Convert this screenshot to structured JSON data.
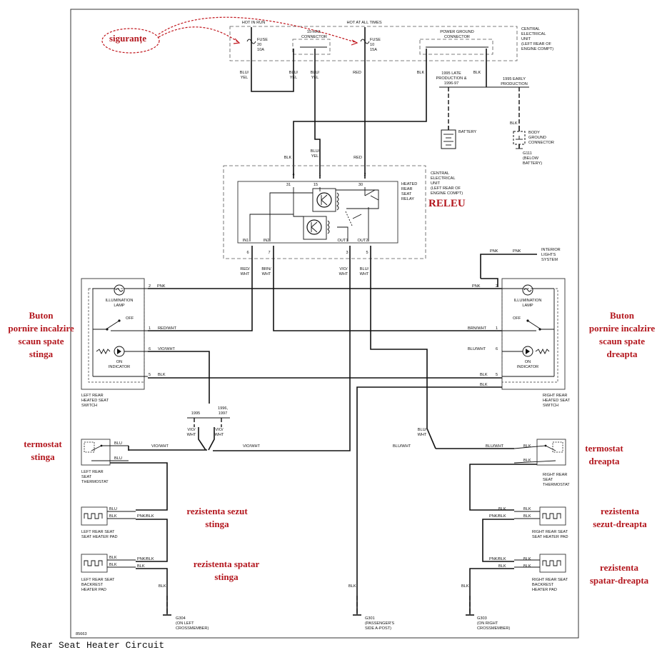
{
  "caption": "Rear Seat Heater Circuit",
  "figure_number": "85663",
  "annotations": {
    "sigurante": "siguranțe",
    "releu": "RELEU",
    "buton_stinga": [
      "Buton",
      "pornire incalzire",
      "scaun spate",
      "stinga"
    ],
    "buton_dreapta": [
      "Buton",
      "pornire incalzire",
      "scaun spate",
      "dreapta"
    ],
    "termostat_stinga": [
      "termostat",
      "stinga"
    ],
    "termostat_dreapta": [
      "termostat",
      "dreapta"
    ],
    "rezistenta_sezut_stinga": [
      "rezistenta sezut",
      "stinga"
    ],
    "rezistenta_sezut_dreapta": [
      "rezistenta",
      "sezut-dreapta"
    ],
    "rezistenta_spatar_stinga": [
      "rezistenta spatar",
      "stinga"
    ],
    "rezistenta_spatar_dreapta": [
      "rezistenta",
      "spatar-dreapta"
    ]
  },
  "top": {
    "hot_in_run": "HOT IN RUN",
    "hot_at_all_times": "HOT AT ALL TIMES",
    "fuse20": [
      "FUSE",
      "20",
      "10A"
    ],
    "fuse10": [
      "FUSE",
      "10",
      "15A"
    ],
    "connector15": [
      "15-RAIL",
      "CONNECTOR"
    ],
    "power_ground": [
      "POWER GROUND",
      "CONNECTOR"
    ],
    "ceu_top": [
      "CENTRAL",
      "ELECTRICAL",
      "UNIT",
      "(LEFT REAR OF",
      "ENGINE COMPT)"
    ],
    "wire_bluyel": [
      "BLU/",
      "YEL"
    ],
    "wire_red": "RED",
    "wire_blk": "BLK",
    "late_prod": [
      "1995 LATE",
      "PRODUCTION &",
      "1996-97"
    ],
    "early_prod": [
      "1995 EARLY",
      "PRODUCTION"
    ],
    "battery": "BATTERY",
    "body_ground": [
      "BODY",
      "GROUND",
      "CONNECTOR"
    ],
    "g111": [
      "G111",
      "(BELOW",
      "BATTERY)"
    ]
  },
  "relay": {
    "pins_top": [
      "4",
      "1",
      "2"
    ],
    "pins_top_names": [
      "31",
      "15",
      "30"
    ],
    "pins_bottom": [
      "6",
      "7",
      "3",
      "5"
    ],
    "pins_bottom_names": [
      "IN1",
      "IN2",
      "OUT1",
      "OUT2"
    ],
    "name": [
      "HEATED",
      "REAR",
      "SEAT",
      "RELAY"
    ],
    "ceu": [
      "CENTRAL",
      "ELECTRICAL",
      "UNIT",
      "(LEFT REAR OF",
      "ENGINE COMPT)"
    ],
    "wire_in_blk": "BLK",
    "wire_in_bluyel": [
      "BLU/",
      "YEL"
    ],
    "wire_in_red": "RED",
    "wires_out": [
      [
        "RED/",
        "WHT"
      ],
      [
        "BRN/",
        "WHT"
      ],
      [
        "VIO/",
        "WHT"
      ],
      [
        "BLU/",
        "WHT"
      ]
    ]
  },
  "interior_lights": [
    "INTERIOR",
    "LIGHTS",
    "SYSTEM"
  ],
  "pnk": "PNK",
  "left_switch": {
    "illum": [
      "ILLUMINATION",
      "LAMP"
    ],
    "off": "OFF",
    "on_ind": [
      "ON",
      "INDICATOR"
    ],
    "pins": [
      "2",
      "1",
      "6",
      "5"
    ],
    "wires": [
      "PNK",
      "RED/WHT",
      "VIO/WHT",
      "BLK"
    ],
    "name": [
      "LEFT REAR",
      "HEATED SEAT",
      "SWITCH"
    ]
  },
  "right_switch": {
    "illum": [
      "ILLUMINATION",
      "LAMP"
    ],
    "off": "OFF",
    "on_ind": [
      "ON",
      "INDICATOR"
    ],
    "pins": [
      "2",
      "1",
      "6",
      "5"
    ],
    "wires": [
      "PNK",
      "BRN/WHT",
      "BLU/WHT",
      "BLK"
    ],
    "name": [
      "RIGHT REAR",
      "HEATED SEAT",
      "SWITCH"
    ]
  },
  "years": [
    "1995",
    "1996,",
    "1997"
  ],
  "vio_wht": [
    "VIO/",
    "WHT"
  ],
  "blu_wht": [
    "BLU/",
    "WHT"
  ],
  "left_therm": {
    "name": [
      "LEFT REAR",
      "SEAT",
      "THERMOSTAT"
    ],
    "wires": [
      "BLU",
      "BLU",
      "VIO/WHT"
    ]
  },
  "right_therm": {
    "name": [
      "RIGHT REAR",
      "SEAT",
      "THERMOSTAT"
    ],
    "wires": [
      "BLK",
      "BLK",
      "BLU/WHT"
    ]
  },
  "left_seat_pad": {
    "name": [
      "LEFT REAR SEAT",
      "SEAT HEATER PAD"
    ],
    "wires": [
      "BLU",
      "BLK",
      "PNK/BLK"
    ]
  },
  "left_back_pad": {
    "name": [
      "LEFT REAR SEAT",
      "BACKREST",
      "HEATER PAD"
    ],
    "wires": [
      "BLK",
      "BLK",
      "PNK/BLK",
      "BLK"
    ]
  },
  "right_seat_pad": {
    "name": [
      "RIGHT REAR SEAT",
      "SEAT HEATER PAD"
    ],
    "wires": [
      "BLK",
      "BLK",
      "PNK/BLK"
    ]
  },
  "right_back_pad": {
    "name": [
      "RIGHT REAR SEAT",
      "BACKREST",
      "HEATER PAD"
    ],
    "wires": [
      "PNK/BLK",
      "BLK",
      "BLK"
    ]
  },
  "grounds": {
    "g304": [
      "G304",
      "(ON LEFT",
      "CROSSMEMBER)"
    ],
    "g301": [
      "G301",
      "(PASSENGER'S",
      "SIDE A-POST)"
    ],
    "g303": [
      "G303",
      "(ON RIGHT",
      "CROSSMEMBER)"
    ],
    "blk": "BLK"
  }
}
